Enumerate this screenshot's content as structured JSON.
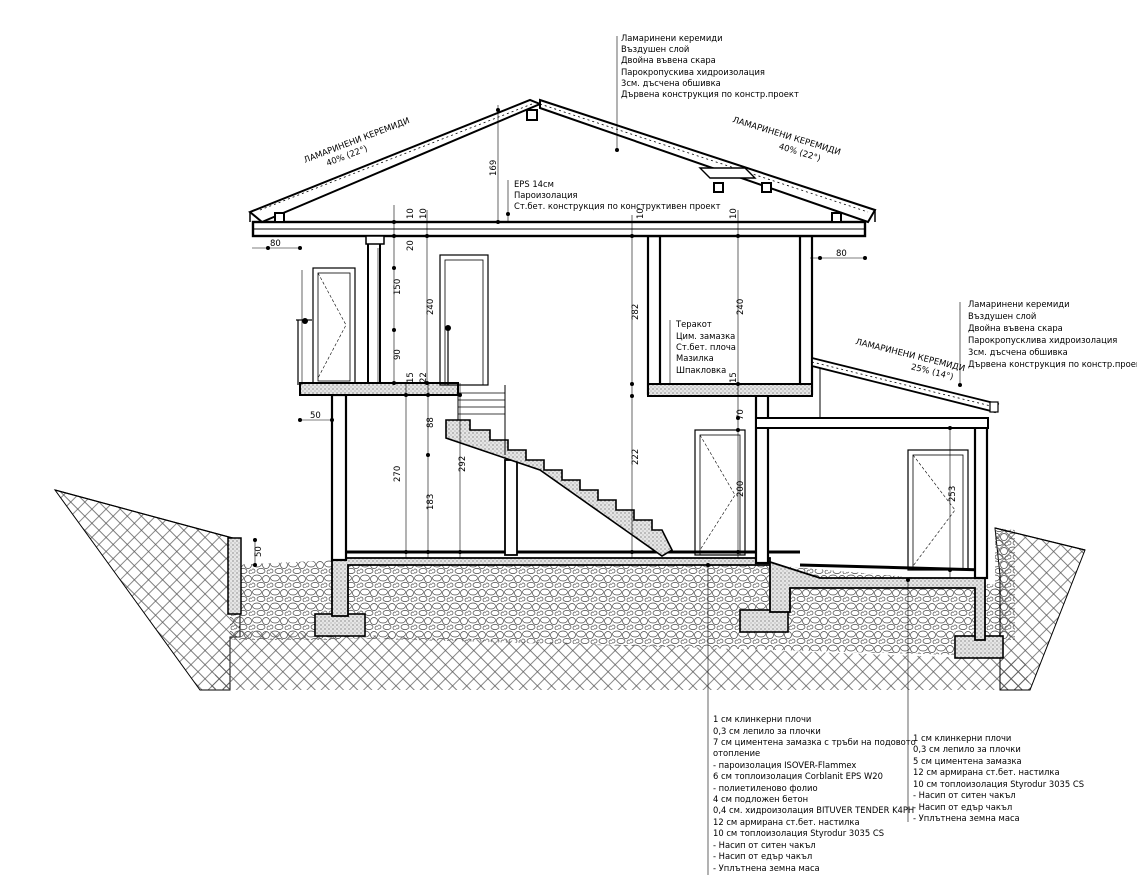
{
  "roof_layers_main": [
    "Ламаринени керемиди",
    "Въздушен слой",
    "Двойна въвена скара",
    "Парокропускива хидроизолация",
    "3см. дъсчена обшивка",
    "Дървена конструкция по констр.проект"
  ],
  "roof_layers_side": [
    "Ламаринени керемиди",
    "Въздушен слой",
    "Двойна въвена скара",
    "Парокропусклива хидроизолация",
    "3см. дъсчена обшивка",
    "Дървена конструкция по констр.проект"
  ],
  "ceiling_layers": [
    "EPS 14см",
    "Пароизолация",
    "Ст.бет. конструкция по конструктивен проект"
  ],
  "upper_floor_layers": [
    "Теракот",
    "Цим. замазка",
    "Ст.бет. плоча",
    "Мазилка",
    "Шпакловка"
  ],
  "roof_labels": {
    "left_name": "ЛАМАРИНЕНИ КЕРЕМИДИ",
    "left_slope": "40% (22°)",
    "right_name": "ЛАМАРИНЕНИ КЕРЕМИДИ",
    "right_slope": "40% (22°)",
    "lower_name": "ЛАМАРИНЕНИ КЕРЕМИДИ",
    "lower_slope": "25% (14°)"
  },
  "floor_layers_main": [
    "1 см клинкерни плочи",
    "0,3 см лепило за плочки",
    "7 см циментена замазка с тръби на подовото",
    "отопление",
    "- пароизолация ISOVER-Flammex",
    "6 см топлоизолация Corblanit EPS W20",
    "- полиетиленово фолио",
    "4 см подложен бетон",
    "0,4 см. хидроизолация BITUVER TENDER K4PH",
    "12 см армирана ст.бет. настилка",
    "10 см топлоизолация Styrodur 3035 CS",
    "- Насип от ситен чакъл",
    "- Насип от едър чакъл",
    "- Уплътнена земна маса"
  ],
  "floor_layers_side": [
    "1 см клинкерни плочи",
    "0,3 см лепило за плочки",
    "5 см циментена замазка",
    "12 см армирана ст.бет. настилка",
    "10 см топлоизолация Styrodur 3035 CS",
    "- Насип от ситен чакъл",
    "- Насип от едър чакъл",
    "- Уплътнена земна маса"
  ],
  "dimensions": {
    "eave_left": "80",
    "eave_right": "80",
    "ridge_height": "169",
    "slab_a": "10",
    "slab_b": "10",
    "slab_c": "10",
    "slab_d": "10",
    "upper_window_head": "20",
    "upper_window_height": "150",
    "upper_sill": "90",
    "upper_height_left": "240",
    "upper_height_mid": "282",
    "upper_height_right": "240",
    "floor_slab_a": "15",
    "floor_slab_b": "22",
    "floor_slab_c": "15",
    "balcony_projection": "50",
    "lower_height": "270",
    "stair_upper": "88",
    "stair_lower": "183",
    "stair_total": "292",
    "lower_height_mid": "222",
    "lower_door_head": "70",
    "lower_door_height": "200",
    "side_height": "253",
    "retaining_wall": "50"
  }
}
